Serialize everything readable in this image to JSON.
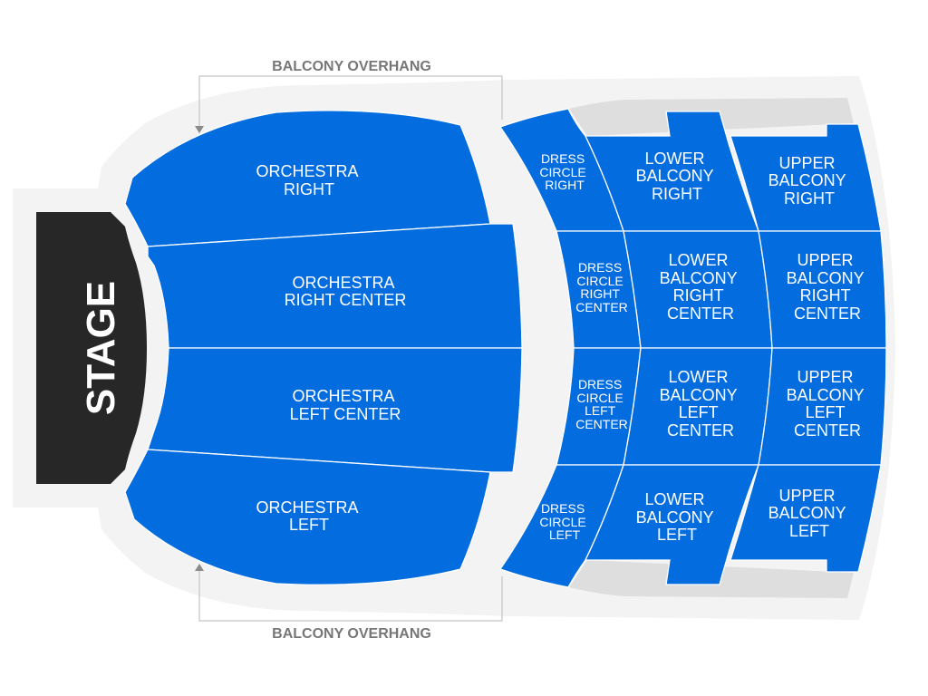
{
  "map": {
    "stage": {
      "label": "STAGE"
    },
    "overhang_top": {
      "label": "BALCONY OVERHANG"
    },
    "overhang_bottom": {
      "label": "BALCONY OVERHANG"
    },
    "colors": {
      "section": "#036ddf",
      "stage": "#272727",
      "background": "#f3f3f3",
      "overhang": "#dedede",
      "label_gray": "#777777"
    },
    "orchestra": {
      "right": {
        "line1": "ORCHESTRA",
        "line2": "RIGHT"
      },
      "right_center": {
        "line1": "ORCHESTRA",
        "line2": "RIGHT CENTER"
      },
      "left_center": {
        "line1": "ORCHESTRA",
        "line2": "LEFT CENTER"
      },
      "left": {
        "line1": "ORCHESTRA",
        "line2": "LEFT"
      }
    },
    "dress_circle": {
      "right": {
        "line1": "DRESS",
        "line2": "CIRCLE",
        "line3": "RIGHT"
      },
      "right_center": {
        "line1": "DRESS",
        "line2": "CIRCLE",
        "line3": "RIGHT",
        "line4": "CENTER"
      },
      "left_center": {
        "line1": "DRESS",
        "line2": "CIRCLE",
        "line3": "LEFT",
        "line4": "CENTER"
      },
      "left": {
        "line1": "DRESS",
        "line2": "CIRCLE",
        "line3": "LEFT"
      }
    },
    "lower_balcony": {
      "right": {
        "line1": "LOWER",
        "line2": "BALCONY",
        "line3": "RIGHT"
      },
      "right_center": {
        "line1": "LOWER",
        "line2": "BALCONY",
        "line3": "RIGHT",
        "line4": "CENTER"
      },
      "left_center": {
        "line1": "LOWER",
        "line2": "BALCONY",
        "line3": "LEFT",
        "line4": "CENTER"
      },
      "left": {
        "line1": "LOWER",
        "line2": "BALCONY",
        "line3": "LEFT"
      }
    },
    "upper_balcony": {
      "right": {
        "line1": "UPPER",
        "line2": "BALCONY",
        "line3": "RIGHT"
      },
      "right_center": {
        "line1": "UPPER",
        "line2": "BALCONY",
        "line3": "RIGHT",
        "line4": "CENTER"
      },
      "left_center": {
        "line1": "UPPER",
        "line2": "BALCONY",
        "line3": "LEFT",
        "line4": "CENTER"
      },
      "left": {
        "line1": "UPPER",
        "line2": "BALCONY",
        "line3": "LEFT"
      }
    }
  }
}
